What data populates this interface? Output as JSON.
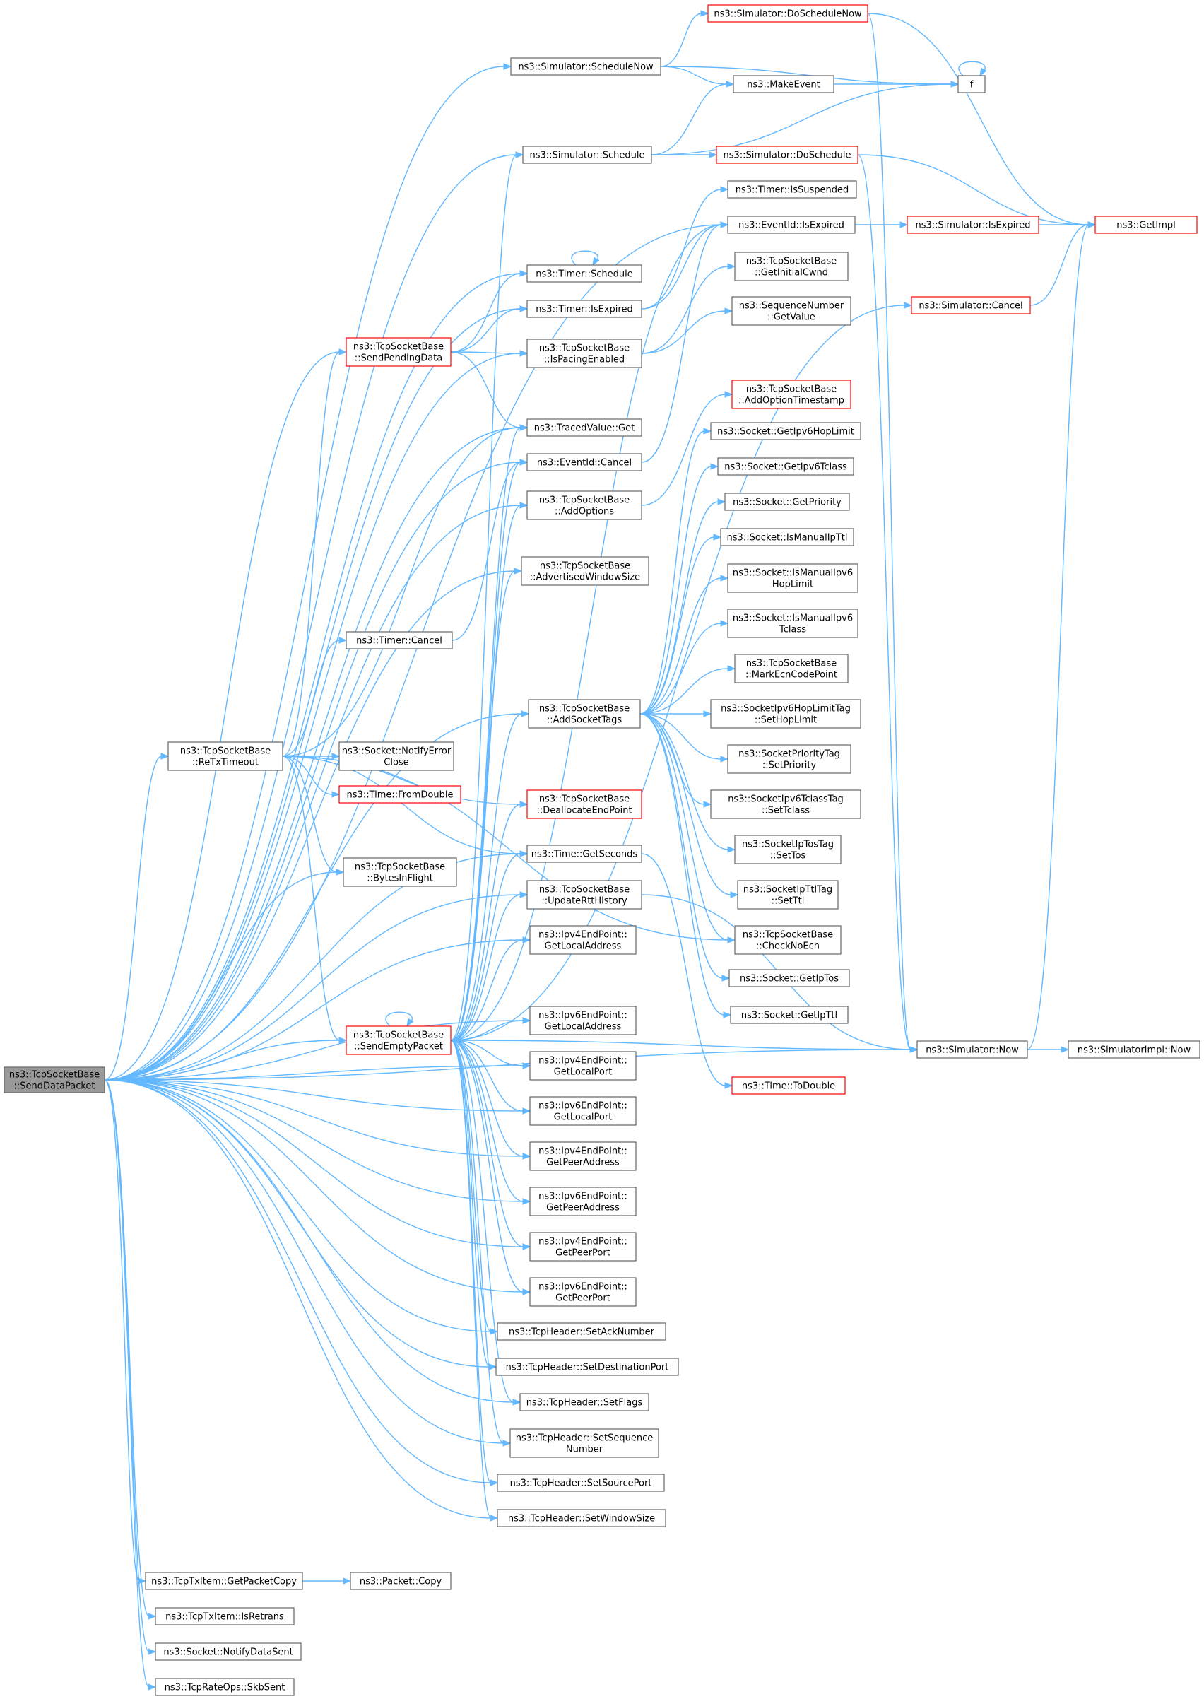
{
  "diagram": {
    "nodes": [
      {
        "id": "send_data_packet",
        "lines": [
          "ns3::TcpSocketBase",
          "::SendDataPacket"
        ],
        "style": "root"
      },
      {
        "id": "do_schedule_now",
        "lines": [
          "ns3::Simulator::DoScheduleNow"
        ],
        "style": "red"
      },
      {
        "id": "schedule_now",
        "lines": [
          "ns3::Simulator::ScheduleNow"
        ],
        "style": "normal"
      },
      {
        "id": "make_event",
        "lines": [
          "ns3::MakeEvent"
        ],
        "style": "normal"
      },
      {
        "id": "f",
        "lines": [
          "f"
        ],
        "style": "normal"
      },
      {
        "id": "sim_schedule",
        "lines": [
          "ns3::Simulator::Schedule"
        ],
        "style": "normal"
      },
      {
        "id": "do_schedule",
        "lines": [
          "ns3::Simulator::DoSchedule"
        ],
        "style": "red"
      },
      {
        "id": "timer_is_suspended",
        "lines": [
          "ns3::Timer::IsSuspended"
        ],
        "style": "normal"
      },
      {
        "id": "eventid_is_expired",
        "lines": [
          "ns3::EventId::IsExpired"
        ],
        "style": "normal"
      },
      {
        "id": "sim_is_expired",
        "lines": [
          "ns3::Simulator::IsExpired"
        ],
        "style": "red"
      },
      {
        "id": "get_impl",
        "lines": [
          "ns3::GetImpl"
        ],
        "style": "red"
      },
      {
        "id": "timer_schedule",
        "lines": [
          "ns3::Timer::Schedule"
        ],
        "style": "normal"
      },
      {
        "id": "get_initial_cwnd",
        "lines": [
          "ns3::TcpSocketBase",
          "::GetInitialCwnd"
        ],
        "style": "normal"
      },
      {
        "id": "timer_is_expired",
        "lines": [
          "ns3::Timer::IsExpired"
        ],
        "style": "normal"
      },
      {
        "id": "seq_get_value",
        "lines": [
          "ns3::SequenceNumber",
          "::GetValue"
        ],
        "style": "normal"
      },
      {
        "id": "sim_cancel",
        "lines": [
          "ns3::Simulator::Cancel"
        ],
        "style": "red"
      },
      {
        "id": "send_pending_data",
        "lines": [
          "ns3::TcpSocketBase",
          "::SendPendingData"
        ],
        "style": "red"
      },
      {
        "id": "is_pacing_enabled",
        "lines": [
          "ns3::TcpSocketBase",
          "::IsPacingEnabled"
        ],
        "style": "normal"
      },
      {
        "id": "add_option_timestamp",
        "lines": [
          "ns3::TcpSocketBase",
          "::AddOptionTimestamp"
        ],
        "style": "red"
      },
      {
        "id": "traced_value_get",
        "lines": [
          "ns3::TracedValue::Get"
        ],
        "style": "normal"
      },
      {
        "id": "get_ipv6_hop_limit",
        "lines": [
          "ns3::Socket::GetIpv6HopLimit"
        ],
        "style": "normal"
      },
      {
        "id": "eventid_cancel",
        "lines": [
          "ns3::EventId::Cancel"
        ],
        "style": "normal"
      },
      {
        "id": "get_ipv6_tclass",
        "lines": [
          "ns3::Socket::GetIpv6Tclass"
        ],
        "style": "normal"
      },
      {
        "id": "add_options",
        "lines": [
          "ns3::TcpSocketBase",
          "::AddOptions"
        ],
        "style": "normal"
      },
      {
        "id": "get_priority",
        "lines": [
          "ns3::Socket::GetPriority"
        ],
        "style": "normal"
      },
      {
        "id": "is_manual_ip_ttl",
        "lines": [
          "ns3::Socket::IsManualIpTtl"
        ],
        "style": "normal"
      },
      {
        "id": "advertised_window_size",
        "lines": [
          "ns3::TcpSocketBase",
          "::AdvertisedWindowSize"
        ],
        "style": "normal"
      },
      {
        "id": "is_manual_ipv6_hop_limit",
        "lines": [
          "ns3::Socket::IsManualIpv6",
          "HopLimit"
        ],
        "style": "normal"
      },
      {
        "id": "is_manual_ipv6_tclass",
        "lines": [
          "ns3::Socket::IsManualIpv6",
          "Tclass"
        ],
        "style": "normal"
      },
      {
        "id": "timer_cancel",
        "lines": [
          "ns3::Timer::Cancel"
        ],
        "style": "normal"
      },
      {
        "id": "mark_ecn_code_point",
        "lines": [
          "ns3::TcpSocketBase",
          "::MarkEcnCodePoint"
        ],
        "style": "normal"
      },
      {
        "id": "add_socket_tags",
        "lines": [
          "ns3::TcpSocketBase",
          "::AddSocketTags"
        ],
        "style": "normal"
      },
      {
        "id": "hop_limit_tag_set",
        "lines": [
          "ns3::SocketIpv6HopLimitTag",
          "::SetHopLimit"
        ],
        "style": "normal"
      },
      {
        "id": "re_tx_timeout",
        "lines": [
          "ns3::TcpSocketBase",
          "::ReTxTimeout"
        ],
        "style": "normal"
      },
      {
        "id": "notify_error_close",
        "lines": [
          "ns3::Socket::NotifyError",
          "Close"
        ],
        "style": "normal"
      },
      {
        "id": "priority_tag_set",
        "lines": [
          "ns3::SocketPriorityTag",
          "::SetPriority"
        ],
        "style": "normal"
      },
      {
        "id": "time_from_double",
        "lines": [
          "ns3::Time::FromDouble"
        ],
        "style": "red"
      },
      {
        "id": "deallocate_end_point",
        "lines": [
          "ns3::TcpSocketBase",
          "::DeallocateEndPoint"
        ],
        "style": "red"
      },
      {
        "id": "tclass_tag_set",
        "lines": [
          "ns3::SocketIpv6TclassTag",
          "::SetTclass"
        ],
        "style": "normal"
      },
      {
        "id": "time_get_seconds",
        "lines": [
          "ns3::Time::GetSeconds"
        ],
        "style": "normal"
      },
      {
        "id": "tos_tag_set",
        "lines": [
          "ns3::SocketIpTosTag",
          "::SetTos"
        ],
        "style": "normal"
      },
      {
        "id": "bytes_in_flight",
        "lines": [
          "ns3::TcpSocketBase",
          "::BytesInFlight"
        ],
        "style": "normal"
      },
      {
        "id": "update_rtt_history",
        "lines": [
          "ns3::TcpSocketBase",
          "::UpdateRttHistory"
        ],
        "style": "normal"
      },
      {
        "id": "ttl_tag_set",
        "lines": [
          "ns3::SocketIpTtlTag",
          "::SetTtl"
        ],
        "style": "normal"
      },
      {
        "id": "ipv4_get_local_address",
        "lines": [
          "ns3::Ipv4EndPoint::",
          "GetLocalAddress"
        ],
        "style": "normal"
      },
      {
        "id": "check_no_ecn",
        "lines": [
          "ns3::TcpSocketBase",
          "::CheckNoEcn"
        ],
        "style": "normal"
      },
      {
        "id": "get_ip_tos",
        "lines": [
          "ns3::Socket::GetIpTos"
        ],
        "style": "normal"
      },
      {
        "id": "ipv6_get_local_address",
        "lines": [
          "ns3::Ipv6EndPoint::",
          "GetLocalAddress"
        ],
        "style": "normal"
      },
      {
        "id": "get_ip_ttl",
        "lines": [
          "ns3::Socket::GetIpTtl"
        ],
        "style": "normal"
      },
      {
        "id": "send_empty_packet",
        "lines": [
          "ns3::TcpSocketBase",
          "::SendEmptyPacket"
        ],
        "style": "red"
      },
      {
        "id": "sim_now",
        "lines": [
          "ns3::Simulator::Now"
        ],
        "style": "normal"
      },
      {
        "id": "sim_impl_now",
        "lines": [
          "ns3::SimulatorImpl::Now"
        ],
        "style": "normal"
      },
      {
        "id": "ipv4_get_local_port",
        "lines": [
          "ns3::Ipv4EndPoint::",
          "GetLocalPort"
        ],
        "style": "normal"
      },
      {
        "id": "time_to_double",
        "lines": [
          "ns3::Time::ToDouble"
        ],
        "style": "red"
      },
      {
        "id": "ipv6_get_local_port",
        "lines": [
          "ns3::Ipv6EndPoint::",
          "GetLocalPort"
        ],
        "style": "normal"
      },
      {
        "id": "ipv4_get_peer_address",
        "lines": [
          "ns3::Ipv4EndPoint::",
          "GetPeerAddress"
        ],
        "style": "normal"
      },
      {
        "id": "ipv6_get_peer_address",
        "lines": [
          "ns3::Ipv6EndPoint::",
          "GetPeerAddress"
        ],
        "style": "normal"
      },
      {
        "id": "ipv4_get_peer_port",
        "lines": [
          "ns3::Ipv4EndPoint::",
          "GetPeerPort"
        ],
        "style": "normal"
      },
      {
        "id": "ipv6_get_peer_port",
        "lines": [
          "ns3::Ipv6EndPoint::",
          "GetPeerPort"
        ],
        "style": "normal"
      },
      {
        "id": "set_ack_number",
        "lines": [
          "ns3::TcpHeader::SetAckNumber"
        ],
        "style": "normal"
      },
      {
        "id": "set_destination_port",
        "lines": [
          "ns3::TcpHeader::SetDestinationPort"
        ],
        "style": "normal"
      },
      {
        "id": "set_flags",
        "lines": [
          "ns3::TcpHeader::SetFlags"
        ],
        "style": "normal"
      },
      {
        "id": "set_sequence_number",
        "lines": [
          "ns3::TcpHeader::SetSequence",
          "Number"
        ],
        "style": "normal"
      },
      {
        "id": "set_source_port",
        "lines": [
          "ns3::TcpHeader::SetSourcePort"
        ],
        "style": "normal"
      },
      {
        "id": "set_window_size",
        "lines": [
          "ns3::TcpHeader::SetWindowSize"
        ],
        "style": "normal"
      },
      {
        "id": "get_packet_copy",
        "lines": [
          "ns3::TcpTxItem::GetPacketCopy"
        ],
        "style": "normal"
      },
      {
        "id": "packet_copy",
        "lines": [
          "ns3::Packet::Copy"
        ],
        "style": "normal"
      },
      {
        "id": "is_retrans",
        "lines": [
          "ns3::TcpTxItem::IsRetrans"
        ],
        "style": "normal"
      },
      {
        "id": "notify_data_sent",
        "lines": [
          "ns3::Socket::NotifyDataSent"
        ],
        "style": "normal"
      },
      {
        "id": "skb_sent",
        "lines": [
          "ns3::TcpRateOps::SkbSent"
        ],
        "style": "normal"
      }
    ],
    "edges": [
      [
        "send_data_packet",
        "schedule_now"
      ],
      [
        "send_data_packet",
        "sim_schedule"
      ],
      [
        "send_data_packet",
        "eventid_is_expired"
      ],
      [
        "send_data_packet",
        "timer_schedule"
      ],
      [
        "send_data_packet",
        "timer_is_expired"
      ],
      [
        "send_data_packet",
        "send_pending_data"
      ],
      [
        "send_data_packet",
        "is_pacing_enabled"
      ],
      [
        "send_data_packet",
        "traced_value_get"
      ],
      [
        "send_data_packet",
        "eventid_cancel"
      ],
      [
        "send_data_packet",
        "add_options"
      ],
      [
        "send_data_packet",
        "advertised_window_size"
      ],
      [
        "send_data_packet",
        "add_socket_tags"
      ],
      [
        "send_data_packet",
        "re_tx_timeout"
      ],
      [
        "send_data_packet",
        "bytes_in_flight"
      ],
      [
        "send_data_packet",
        "time_get_seconds"
      ],
      [
        "send_data_packet",
        "update_rtt_history"
      ],
      [
        "send_data_packet",
        "ipv4_get_local_address"
      ],
      [
        "send_data_packet",
        "ipv6_get_local_address"
      ],
      [
        "send_data_packet",
        "send_empty_packet"
      ],
      [
        "send_data_packet",
        "ipv4_get_local_port"
      ],
      [
        "send_data_packet",
        "ipv6_get_local_port"
      ],
      [
        "send_data_packet",
        "ipv4_get_peer_address"
      ],
      [
        "send_data_packet",
        "ipv6_get_peer_address"
      ],
      [
        "send_data_packet",
        "ipv4_get_peer_port"
      ],
      [
        "send_data_packet",
        "ipv6_get_peer_port"
      ],
      [
        "send_data_packet",
        "set_ack_number"
      ],
      [
        "send_data_packet",
        "set_destination_port"
      ],
      [
        "send_data_packet",
        "set_flags"
      ],
      [
        "send_data_packet",
        "set_sequence_number"
      ],
      [
        "send_data_packet",
        "set_source_port"
      ],
      [
        "send_data_packet",
        "set_window_size"
      ],
      [
        "send_data_packet",
        "sim_now"
      ],
      [
        "send_data_packet",
        "get_packet_copy"
      ],
      [
        "send_data_packet",
        "is_retrans"
      ],
      [
        "send_data_packet",
        "notify_data_sent"
      ],
      [
        "send_data_packet",
        "skb_sent"
      ],
      [
        "schedule_now",
        "do_schedule_now"
      ],
      [
        "schedule_now",
        "make_event"
      ],
      [
        "schedule_now",
        "f"
      ],
      [
        "do_schedule_now",
        "get_impl"
      ],
      [
        "do_schedule_now",
        "sim_now"
      ],
      [
        "make_event",
        "f"
      ],
      [
        "f",
        "f"
      ],
      [
        "sim_schedule",
        "make_event"
      ],
      [
        "sim_schedule",
        "f"
      ],
      [
        "sim_schedule",
        "do_schedule"
      ],
      [
        "do_schedule",
        "get_impl"
      ],
      [
        "do_schedule",
        "sim_now"
      ],
      [
        "eventid_is_expired",
        "sim_is_expired"
      ],
      [
        "sim_is_expired",
        "get_impl"
      ],
      [
        "timer_schedule",
        "timer_schedule"
      ],
      [
        "timer_is_expired",
        "eventid_is_expired"
      ],
      [
        "timer_is_expired",
        "timer_is_suspended"
      ],
      [
        "send_pending_data",
        "timer_schedule"
      ],
      [
        "send_pending_data",
        "timer_is_expired"
      ],
      [
        "send_pending_data",
        "is_pacing_enabled"
      ],
      [
        "send_pending_data",
        "traced_value_get"
      ],
      [
        "is_pacing_enabled",
        "get_initial_cwnd"
      ],
      [
        "is_pacing_enabled",
        "seq_get_value"
      ],
      [
        "sim_cancel",
        "get_impl"
      ],
      [
        "eventid_cancel",
        "eventid_is_expired"
      ],
      [
        "add_options",
        "add_option_timestamp"
      ],
      [
        "timer_cancel",
        "eventid_cancel"
      ],
      [
        "add_socket_tags",
        "get_ipv6_hop_limit"
      ],
      [
        "add_socket_tags",
        "get_ipv6_tclass"
      ],
      [
        "add_socket_tags",
        "get_priority"
      ],
      [
        "add_socket_tags",
        "is_manual_ip_ttl"
      ],
      [
        "add_socket_tags",
        "is_manual_ipv6_hop_limit"
      ],
      [
        "add_socket_tags",
        "is_manual_ipv6_tclass"
      ],
      [
        "add_socket_tags",
        "mark_ecn_code_point"
      ],
      [
        "add_socket_tags",
        "hop_limit_tag_set"
      ],
      [
        "add_socket_tags",
        "priority_tag_set"
      ],
      [
        "add_socket_tags",
        "tclass_tag_set"
      ],
      [
        "add_socket_tags",
        "tos_tag_set"
      ],
      [
        "add_socket_tags",
        "ttl_tag_set"
      ],
      [
        "add_socket_tags",
        "check_no_ecn"
      ],
      [
        "add_socket_tags",
        "get_ip_tos"
      ],
      [
        "add_socket_tags",
        "get_ip_ttl"
      ],
      [
        "re_tx_timeout",
        "send_pending_data"
      ],
      [
        "re_tx_timeout",
        "traced_value_get"
      ],
      [
        "re_tx_timeout",
        "timer_cancel"
      ],
      [
        "re_tx_timeout",
        "notify_error_close"
      ],
      [
        "re_tx_timeout",
        "time_from_double"
      ],
      [
        "re_tx_timeout",
        "deallocate_end_point"
      ],
      [
        "re_tx_timeout",
        "time_get_seconds"
      ],
      [
        "re_tx_timeout",
        "bytes_in_flight"
      ],
      [
        "re_tx_timeout",
        "send_empty_packet"
      ],
      [
        "re_tx_timeout",
        "check_no_ecn"
      ],
      [
        "time_get_seconds",
        "time_to_double"
      ],
      [
        "update_rtt_history",
        "sim_now"
      ],
      [
        "sim_now",
        "get_impl"
      ],
      [
        "sim_now",
        "sim_impl_now"
      ],
      [
        "send_empty_packet",
        "send_empty_packet"
      ],
      [
        "send_empty_packet",
        "sim_schedule"
      ],
      [
        "send_empty_packet",
        "eventid_is_expired"
      ],
      [
        "send_empty_packet",
        "traced_value_get"
      ],
      [
        "send_empty_packet",
        "eventid_cancel"
      ],
      [
        "send_empty_packet",
        "add_options"
      ],
      [
        "send_empty_packet",
        "advertised_window_size"
      ],
      [
        "send_empty_packet",
        "add_socket_tags"
      ],
      [
        "send_empty_packet",
        "deallocate_end_point"
      ],
      [
        "send_empty_packet",
        "time_get_seconds"
      ],
      [
        "send_empty_packet",
        "update_rtt_history"
      ],
      [
        "send_empty_packet",
        "ipv4_get_local_address"
      ],
      [
        "send_empty_packet",
        "ipv6_get_local_address"
      ],
      [
        "send_empty_packet",
        "ipv4_get_local_port"
      ],
      [
        "send_empty_packet",
        "ipv6_get_local_port"
      ],
      [
        "send_empty_packet",
        "ipv4_get_peer_address"
      ],
      [
        "send_empty_packet",
        "ipv6_get_peer_address"
      ],
      [
        "send_empty_packet",
        "ipv4_get_peer_port"
      ],
      [
        "send_empty_packet",
        "ipv6_get_peer_port"
      ],
      [
        "send_empty_packet",
        "set_ack_number"
      ],
      [
        "send_empty_packet",
        "set_destination_port"
      ],
      [
        "send_empty_packet",
        "set_flags"
      ],
      [
        "send_empty_packet",
        "set_sequence_number"
      ],
      [
        "send_empty_packet",
        "set_source_port"
      ],
      [
        "send_empty_packet",
        "set_window_size"
      ],
      [
        "send_empty_packet",
        "sim_now"
      ],
      [
        "send_empty_packet",
        "sim_cancel"
      ],
      [
        "get_packet_copy",
        "packet_copy"
      ]
    ]
  }
}
